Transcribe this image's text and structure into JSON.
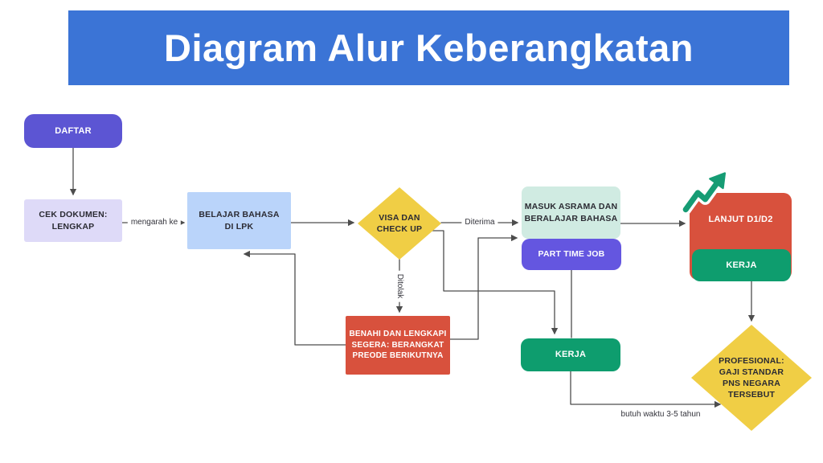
{
  "title": "Diagram Alur Keberangkatan",
  "colors": {
    "banner-blue": "#3b74d6",
    "purple": "#5c55d3",
    "lavender": "#dedaf8",
    "lightblue": "#bad4fa",
    "yellow": "#f0ce45",
    "mint": "#d0ebe2",
    "violet": "#6456e0",
    "red": "#d8513d",
    "green": "#0e9d6e",
    "line": "#4d4d4d",
    "icon-green": "#169c74"
  },
  "nodes": {
    "daftar": {
      "label": "DAFTAR"
    },
    "cek_dokumen": {
      "label": "CEK DOKUMEN:\nLENGKAP"
    },
    "belajar_bahasa": {
      "label": "BELAJAR BAHASA\nDI LPK"
    },
    "visa_checkup": {
      "label": "VISA DAN\nCHECK UP"
    },
    "masuk_asrama": {
      "label": "MASUK ASRAMA DAN\nBERALAJAR BAHASA"
    },
    "part_time_job": {
      "label": "PART TIME JOB"
    },
    "benahi": {
      "label": "BENAHI DAN LENGKAPI\nSEGERA: BERANGKAT\nPREODE BERIKUTNYA"
    },
    "kerja_mid": {
      "label": "KERJA"
    },
    "lanjut": {
      "label": "LANJUT D1/D2"
    },
    "kerja_right": {
      "label": "KERJA"
    },
    "profesional": {
      "label": "PROFESIONAL:\nGAJI STANDAR\nPNS NEGARA\nTERSEBUT"
    }
  },
  "edge_labels": {
    "mengarah_ke": "mengarah ke",
    "diterima": "Diterima",
    "ditolak": "Ditolak",
    "butuh_waktu": "butuh waktu 3-5 tahun"
  },
  "icons": {
    "trend": "trending-up-arrow"
  }
}
